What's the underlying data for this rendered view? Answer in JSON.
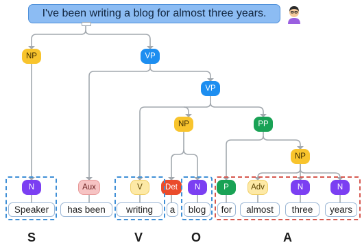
{
  "sentence": "I've been writing a blog for almost three years.",
  "nodes": {
    "np_subject": "NP",
    "vp_top": "VP",
    "vp_inner": "VP",
    "np_object": "NP",
    "pp": "PP",
    "np_pp": "NP",
    "n_speaker": "N",
    "aux": "Aux",
    "v": "V",
    "det": "Det",
    "n_blog": "N",
    "p": "P",
    "adv": "Adv",
    "n_three": "N",
    "n_years": "N"
  },
  "words": [
    "Speaker",
    "has been",
    "writing",
    "a",
    "blog",
    "for",
    "almost",
    "three",
    "years"
  ],
  "roles": [
    "S",
    "V",
    "O",
    "A"
  ],
  "colors": {
    "bubble": "#8cbcf3",
    "np": "#f8c42d",
    "vp": "#1d8ef0",
    "pp": "#19a255",
    "n": "#7b3ff2",
    "aux": "#f6c3c3",
    "det": "#ea4b2b",
    "box_blue": "#3f8fd6",
    "box_red": "#d6584f"
  },
  "icons": [
    "speaker-avatar-icon"
  ]
}
